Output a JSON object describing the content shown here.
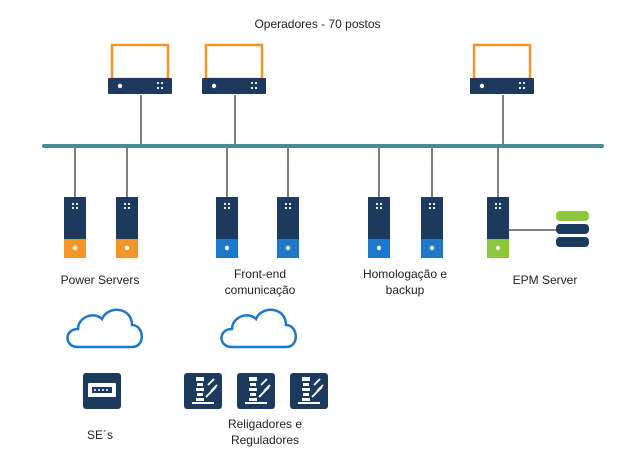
{
  "title": "Operadores - 70 postos",
  "groups": {
    "power_servers": "Power Servers",
    "front_end_line1": "Front-end",
    "front_end_line2": "comunicação",
    "homolog_line1": "Homologação e",
    "homolog_line2": "backup",
    "epm_server": "EPM Server",
    "ses": "SE´s",
    "religadores_line1": "Religadores e",
    "religadores_line2": "Reguladores"
  },
  "colors": {
    "navy": "#1c3a5e",
    "bus": "#4a8a96",
    "orange": "#f0962a",
    "blue": "#1e78c8",
    "green": "#8cc63f",
    "cloud": "#1e78c8"
  },
  "icons": [
    "workstation-icon",
    "server-icon",
    "cloud-icon",
    "database-icon",
    "substation-device-icon",
    "recloser-icon"
  ]
}
